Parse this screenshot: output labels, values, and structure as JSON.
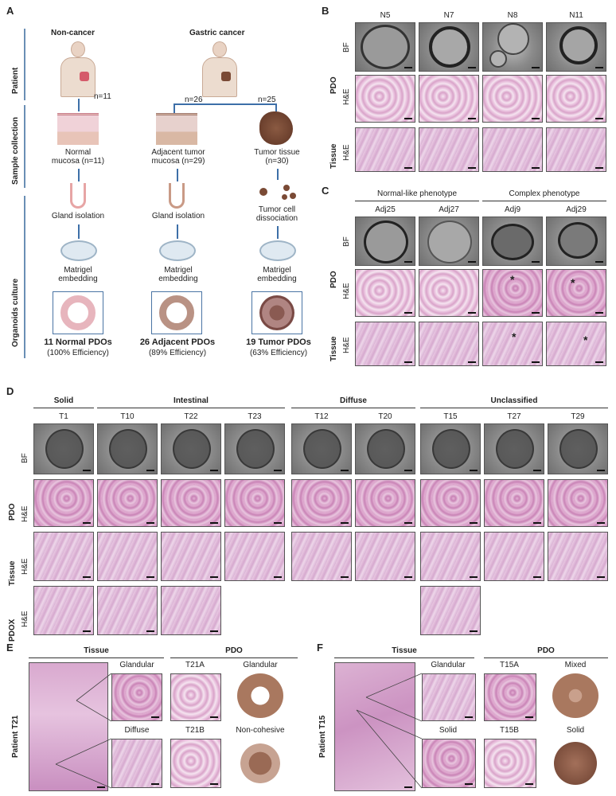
{
  "panelA": {
    "letter": "A",
    "groups": {
      "noncancer": "Non-cancer",
      "gastric": "Gastric cancer"
    },
    "rows": {
      "patient": "Patient",
      "sample": "Sample collection",
      "organoid": "Organoids culture"
    },
    "counts": {
      "n11": "n=11",
      "n26": "n=26",
      "n25": "n=25"
    },
    "samples": [
      "Normal\nmucosa (n=11)",
      "Adjacent tumor\nmucosa (n=29)",
      "Tumor tissue\n(n=30)"
    ],
    "isolation": [
      "Gland isolation",
      "Gland isolation",
      "Tumor cell\ndissociation"
    ],
    "embedding": [
      "Matrigel\nembedding",
      "Matrigel\nembedding",
      "Matrigel\nembedding"
    ],
    "results": [
      "11 Normal PDOs",
      "26 Adjacent PDOs",
      "19 Tumor PDOs"
    ],
    "efficiency": [
      "(100% Efficiency)",
      "(89% Efficiency)",
      "(63% Efficiency)"
    ]
  },
  "panelB": {
    "letter": "B",
    "samples": [
      "N5",
      "N7",
      "N8",
      "N11"
    ],
    "rowgroup_pdo": "PDO",
    "rowgroup_tissue": "Tissue",
    "rows": [
      "BF",
      "H&E",
      "H&E"
    ]
  },
  "panelC": {
    "letter": "C",
    "phenotypes": [
      "Normal-like phenotype",
      "Complex phenotype"
    ],
    "samples": [
      "Adj25",
      "Adj27",
      "Adj9",
      "Adj29"
    ],
    "rowgroup_pdo": "PDO",
    "rowgroup_tissue": "Tissue",
    "rows": [
      "BF",
      "H&E",
      "H&E"
    ],
    "star": "*"
  },
  "panelD": {
    "letter": "D",
    "categories": [
      "Solid",
      "Intestinal",
      "Diffuse",
      "Unclassified"
    ],
    "samples": [
      "T1",
      "T10",
      "T22",
      "T23",
      "T12",
      "T20",
      "T15",
      "T27",
      "T29"
    ],
    "rowgroups": [
      "PDO",
      "Tissue",
      "PDOX"
    ],
    "rows": [
      "BF",
      "H&E",
      "H&E",
      "H&E"
    ]
  },
  "panelE": {
    "letter": "E",
    "tissue": "Tissue",
    "pdo": "PDO",
    "patient": "Patient T21",
    "labels": [
      "Glandular",
      "T21A",
      "Glandular",
      "Diffuse",
      "T21B",
      "Non-cohesive"
    ]
  },
  "panelF": {
    "letter": "F",
    "tissue": "Tissue",
    "pdo": "PDO",
    "patient": "Patient T15",
    "labels": [
      "Glandular",
      "T15A",
      "Mixed",
      "Solid",
      "T15B",
      "Solid"
    ]
  },
  "colors": {
    "arrow_blue": "#3d6fa8",
    "bracket_blue": "#6a8fb5",
    "he_pink": "#d9a3c9",
    "tumor_brown": "#7a4a35"
  }
}
